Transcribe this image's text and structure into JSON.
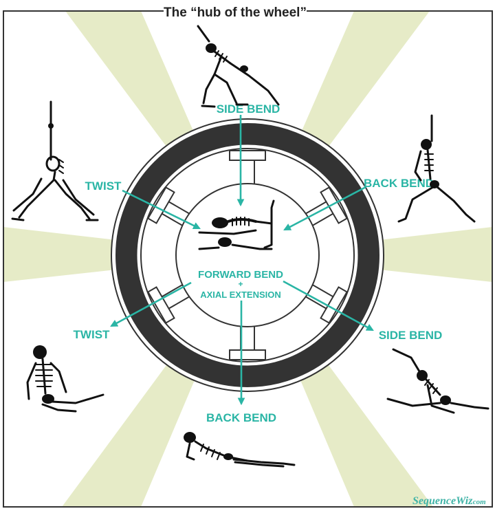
{
  "title": "The “hub of the wheel”",
  "center": {
    "line1": "FORWARD BEND",
    "plus": "+",
    "line2": "AXIAL EXTENSION"
  },
  "spokes": {
    "top": "SIDE BEND",
    "upper_left": "TWIST",
    "upper_right": "BACK BEND",
    "lower_left": "TWIST",
    "lower_right": "SIDE BEND",
    "bottom": "BACK BEND"
  },
  "brand": {
    "name": "SequenceWiz",
    "suffix": ".com"
  },
  "colors": {
    "accent": "#2ab5a5",
    "ring": "#333333",
    "rays": "#e6ebc7",
    "frame": "#333333"
  },
  "icons": [
    "wheel-icon",
    "arrow-icon",
    "skeleton-icon"
  ]
}
